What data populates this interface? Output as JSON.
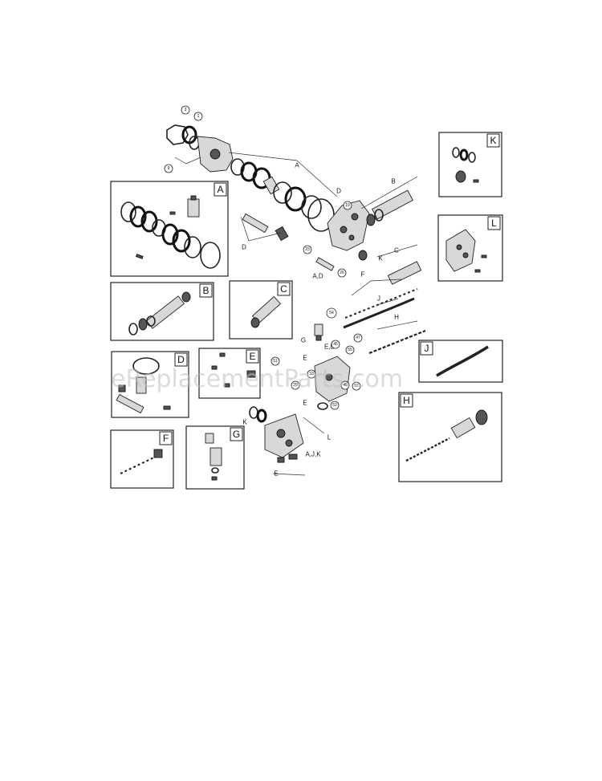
{
  "watermark": "eReplacementParts.com",
  "kit_boxes": [
    "A",
    "B",
    "C",
    "D",
    "E",
    "F",
    "G",
    "H",
    "J",
    "K",
    "L"
  ],
  "callout_labels": [
    {
      "id": "A",
      "text": "A"
    },
    {
      "id": "B",
      "text": "B"
    },
    {
      "id": "C",
      "text": "C"
    },
    {
      "id": "D1",
      "text": "D"
    },
    {
      "id": "D2",
      "text": "D"
    },
    {
      "id": "AD",
      "text": "A,D"
    },
    {
      "id": "K1",
      "text": "K"
    },
    {
      "id": "F",
      "text": "F"
    },
    {
      "id": "J",
      "text": "J"
    },
    {
      "id": "H",
      "text": "H"
    },
    {
      "id": "G",
      "text": "G"
    },
    {
      "id": "EL",
      "text": "E,L"
    },
    {
      "id": "E1",
      "text": "E"
    },
    {
      "id": "E2",
      "text": "E"
    },
    {
      "id": "K2",
      "text": "K"
    },
    {
      "id": "L",
      "text": "L"
    },
    {
      "id": "AJK",
      "text": "A,J,K"
    }
  ],
  "part_numbers": [
    "3",
    "1",
    "9",
    "19",
    "23",
    "26",
    "54",
    "45",
    "47",
    "55",
    "51",
    "33",
    "29",
    "48",
    "57",
    "52"
  ]
}
